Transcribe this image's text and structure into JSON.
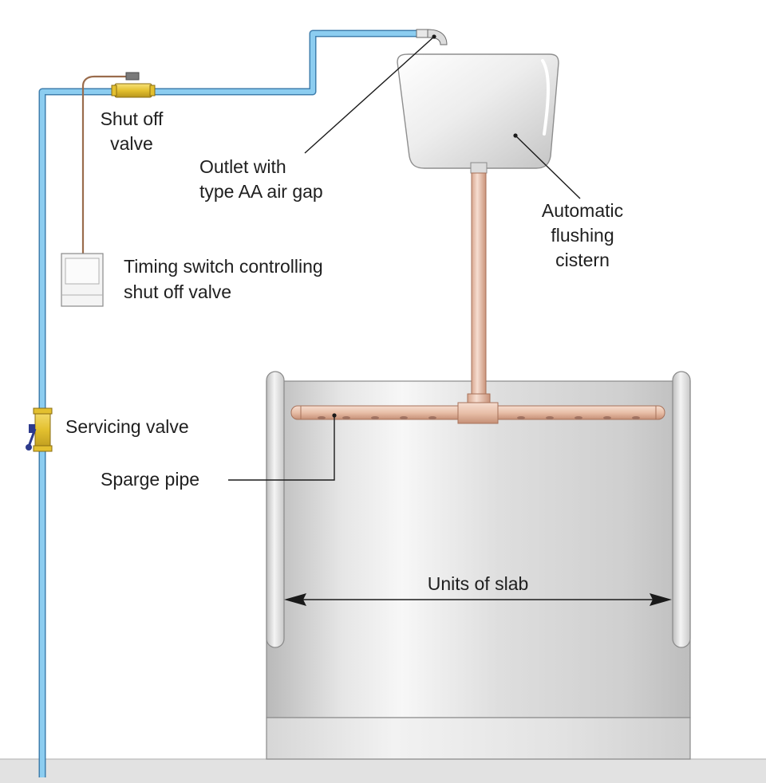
{
  "labels": {
    "shut_off_line1": "Shut off",
    "shut_off_line2": "valve",
    "outlet_line1": "Outlet with",
    "outlet_line2": "type AA air gap",
    "cistern_line1": "Automatic",
    "cistern_line2": "flushing",
    "cistern_line3": "cistern",
    "timing_line1": "Timing switch controlling",
    "timing_line2": "shut off valve",
    "servicing": "Servicing valve",
    "sparge": "Sparge pipe",
    "units": "Units of slab"
  },
  "colors": {
    "supply_pipe": "#8ccdf0",
    "supply_pipe_edge": "#3f7fae",
    "copper_pipe": "#e8bfa8",
    "copper_edge": "#a7725a",
    "brass_valve": "#e3c02f",
    "slab": "#d4d4d4",
    "floor": "#e2e2e2"
  }
}
